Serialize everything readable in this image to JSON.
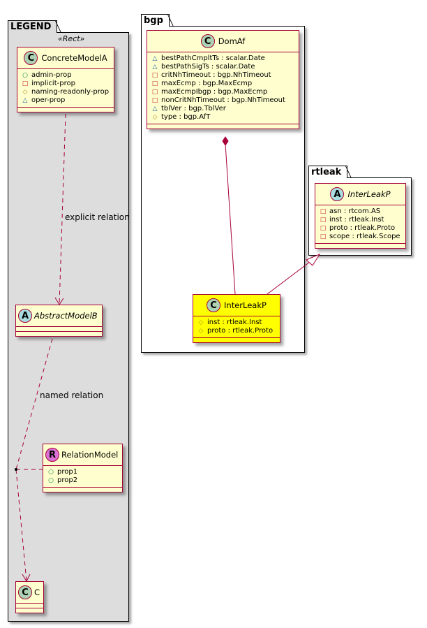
{
  "legend": {
    "package_name": "LEGEND",
    "stereotype": "«Rect»",
    "concrete_model": {
      "name": "ConcreteModelA",
      "icon": "C",
      "attributes": [
        {
          "vis": "public",
          "symbol": "○",
          "text": "admin-prop"
        },
        {
          "vis": "private",
          "symbol": "□",
          "text": "implicit-prop"
        },
        {
          "vis": "protected",
          "symbol": "◇",
          "text": "naming-readonly-prop"
        },
        {
          "vis": "package",
          "symbol": "△",
          "text": "oper-prop"
        }
      ]
    },
    "abstract_model": {
      "name": "AbstractModelB",
      "icon": "A"
    },
    "relation_model": {
      "name": "RelationModel",
      "icon": "R",
      "attributes": [
        {
          "vis": "public",
          "symbol": "○",
          "text": "prop1"
        },
        {
          "vis": "public",
          "symbol": "○",
          "text": "prop2"
        }
      ]
    },
    "class_c": {
      "name": "C",
      "icon": "C"
    },
    "explicit_relation_label": "explicit relation",
    "named_relation_label": "named relation"
  },
  "bgp": {
    "package_name": "bgp",
    "domaf": {
      "name": "DomAf",
      "icon": "C",
      "attributes": [
        {
          "vis": "package",
          "symbol": "△",
          "text": "bestPathCmpltTs : scalar.Date"
        },
        {
          "vis": "package",
          "symbol": "△",
          "text": "bestPathSigTs : scalar.Date"
        },
        {
          "vis": "private",
          "symbol": "□",
          "text": "critNhTimeout : bgp.NhTimeout"
        },
        {
          "vis": "private",
          "symbol": "□",
          "text": "maxEcmp : bgp.MaxEcmp"
        },
        {
          "vis": "private",
          "symbol": "□",
          "text": "maxEcmpIbgp : bgp.MaxEcmp"
        },
        {
          "vis": "private",
          "symbol": "□",
          "text": "nonCritNhTimeout : bgp.NhTimeout"
        },
        {
          "vis": "package",
          "symbol": "△",
          "text": "tblVer : bgp.TblVer"
        },
        {
          "vis": "protected",
          "symbol": "◇",
          "text": "type : bgp.AfT"
        }
      ]
    },
    "interleakp": {
      "name": "InterLeakP",
      "icon": "C",
      "highlight_color": "#ffff00",
      "attributes": [
        {
          "vis": "protected",
          "symbol": "◇",
          "text": "inst : rtleak.Inst"
        },
        {
          "vis": "protected",
          "symbol": "◇",
          "text": "proto : rtleak.Proto"
        }
      ]
    }
  },
  "rtleak": {
    "package_name": "rtleak",
    "interleakp": {
      "name": "InterLeakP",
      "icon": "A",
      "attributes": [
        {
          "vis": "private",
          "symbol": "□",
          "text": "asn : rtcom.AS"
        },
        {
          "vis": "private",
          "symbol": "□",
          "text": "inst : rtleak.Inst"
        },
        {
          "vis": "private",
          "symbol": "□",
          "text": "proto : rtleak.Proto"
        },
        {
          "vis": "private",
          "symbol": "□",
          "text": "scope : rtleak.Scope"
        }
      ]
    }
  },
  "colors": {
    "class_fill": "#fefece",
    "class_border": "#a80036",
    "legend_fill": "#dddddd",
    "highlight": "#ffff00"
  }
}
